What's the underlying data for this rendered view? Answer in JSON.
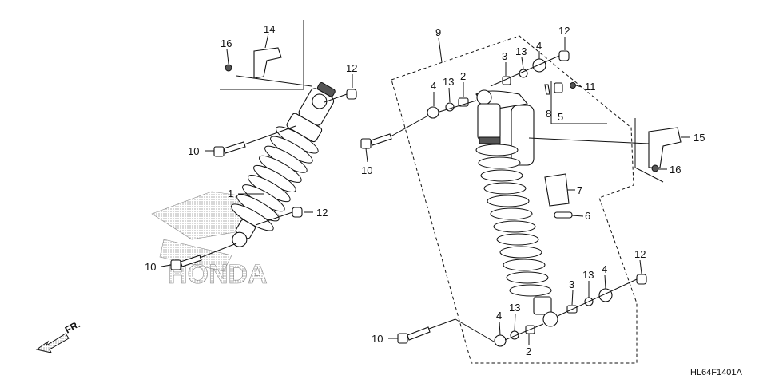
{
  "diagram_code": "HL64F1401A",
  "direction_label": "FR.",
  "watermark_text": "HONDA",
  "callouts": {
    "c1": "1",
    "c2a": "2",
    "c2b": "2",
    "c3a": "3",
    "c3b": "3",
    "c4a": "4",
    "c4b": "4",
    "c4c": "4",
    "c4d": "4",
    "c5": "5",
    "c6": "6",
    "c7": "7",
    "c8": "8",
    "c9": "9",
    "c10a": "10",
    "c10b": "10",
    "c10c": "10",
    "c10d": "10",
    "c11": "11",
    "c12a": "12",
    "c12b": "12",
    "c12c": "12",
    "c12d": "12",
    "c13a": "13",
    "c13b": "13",
    "c13c": "13",
    "c13d": "13",
    "c14": "14",
    "c15": "15",
    "c16a": "16",
    "c16b": "16"
  }
}
